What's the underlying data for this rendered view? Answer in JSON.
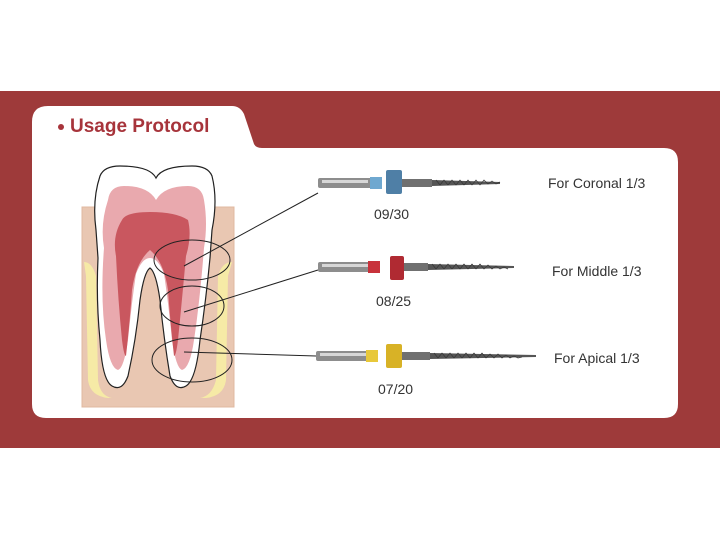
{
  "title": "Usage Protocol",
  "colors": {
    "band": "#9e3a3a",
    "title": "#a7343b",
    "file_1_ring": "#6fa8d0",
    "file_2_ring": "#c8323b",
    "file_3_ring": "#e8c83a"
  },
  "files": [
    {
      "size": "09/30",
      "use": "For Coronal 1/3",
      "ring_color": "#6fa8d0"
    },
    {
      "size": "08/25",
      "use": "For Middle 1/3",
      "ring_color": "#c8323b"
    },
    {
      "size": "07/20",
      "use": "For Apical 1/3",
      "ring_color": "#e8c83a"
    }
  ]
}
